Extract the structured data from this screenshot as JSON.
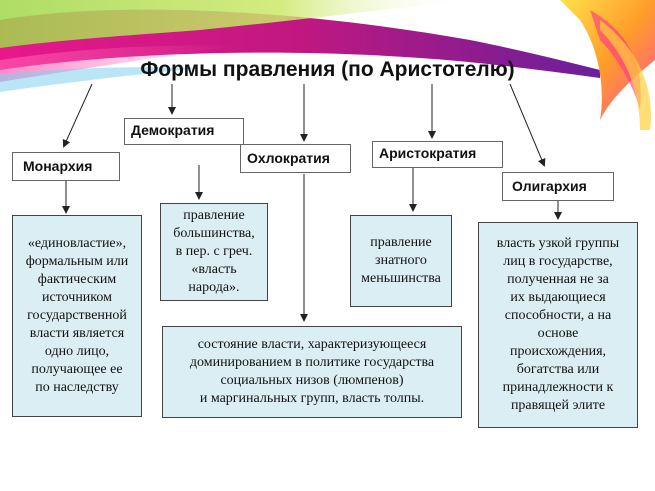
{
  "title": "Формы правления (по Аристотелю)",
  "forms": {
    "monarchy": {
      "name": "Монархия",
      "desc": [
        "«единовластие»,",
        "формальным или",
        "фактическим",
        "источником",
        "государственной",
        "власти является",
        "одно лицо,",
        "получающее ее",
        "по наследству"
      ]
    },
    "democracy": {
      "name": "Демократия",
      "desc": [
        "правление",
        "большинства,",
        "в пер. с греч.",
        "«власть",
        "народа»."
      ]
    },
    "ochlocracy": {
      "name": "Охлократия",
      "desc": [
        "состояние власти, характеризующееся",
        "доминированием в политике государства",
        "социальных низов (люмпенов)",
        "и маргинальных групп, власть толпы."
      ]
    },
    "aristocracy": {
      "name": "Аристократия",
      "desc": [
        "правление",
        "знатного",
        "меньшинства"
      ]
    },
    "oligarchy": {
      "name": "Олигархия",
      "desc": [
        "власть узкой группы",
        "лиц в государстве,",
        "полученная не за",
        "их выдающиеся",
        "способности, а на",
        "основе",
        "происхождения,",
        "богатства или",
        "принадлежности к",
        "правящей элите"
      ]
    }
  }
}
